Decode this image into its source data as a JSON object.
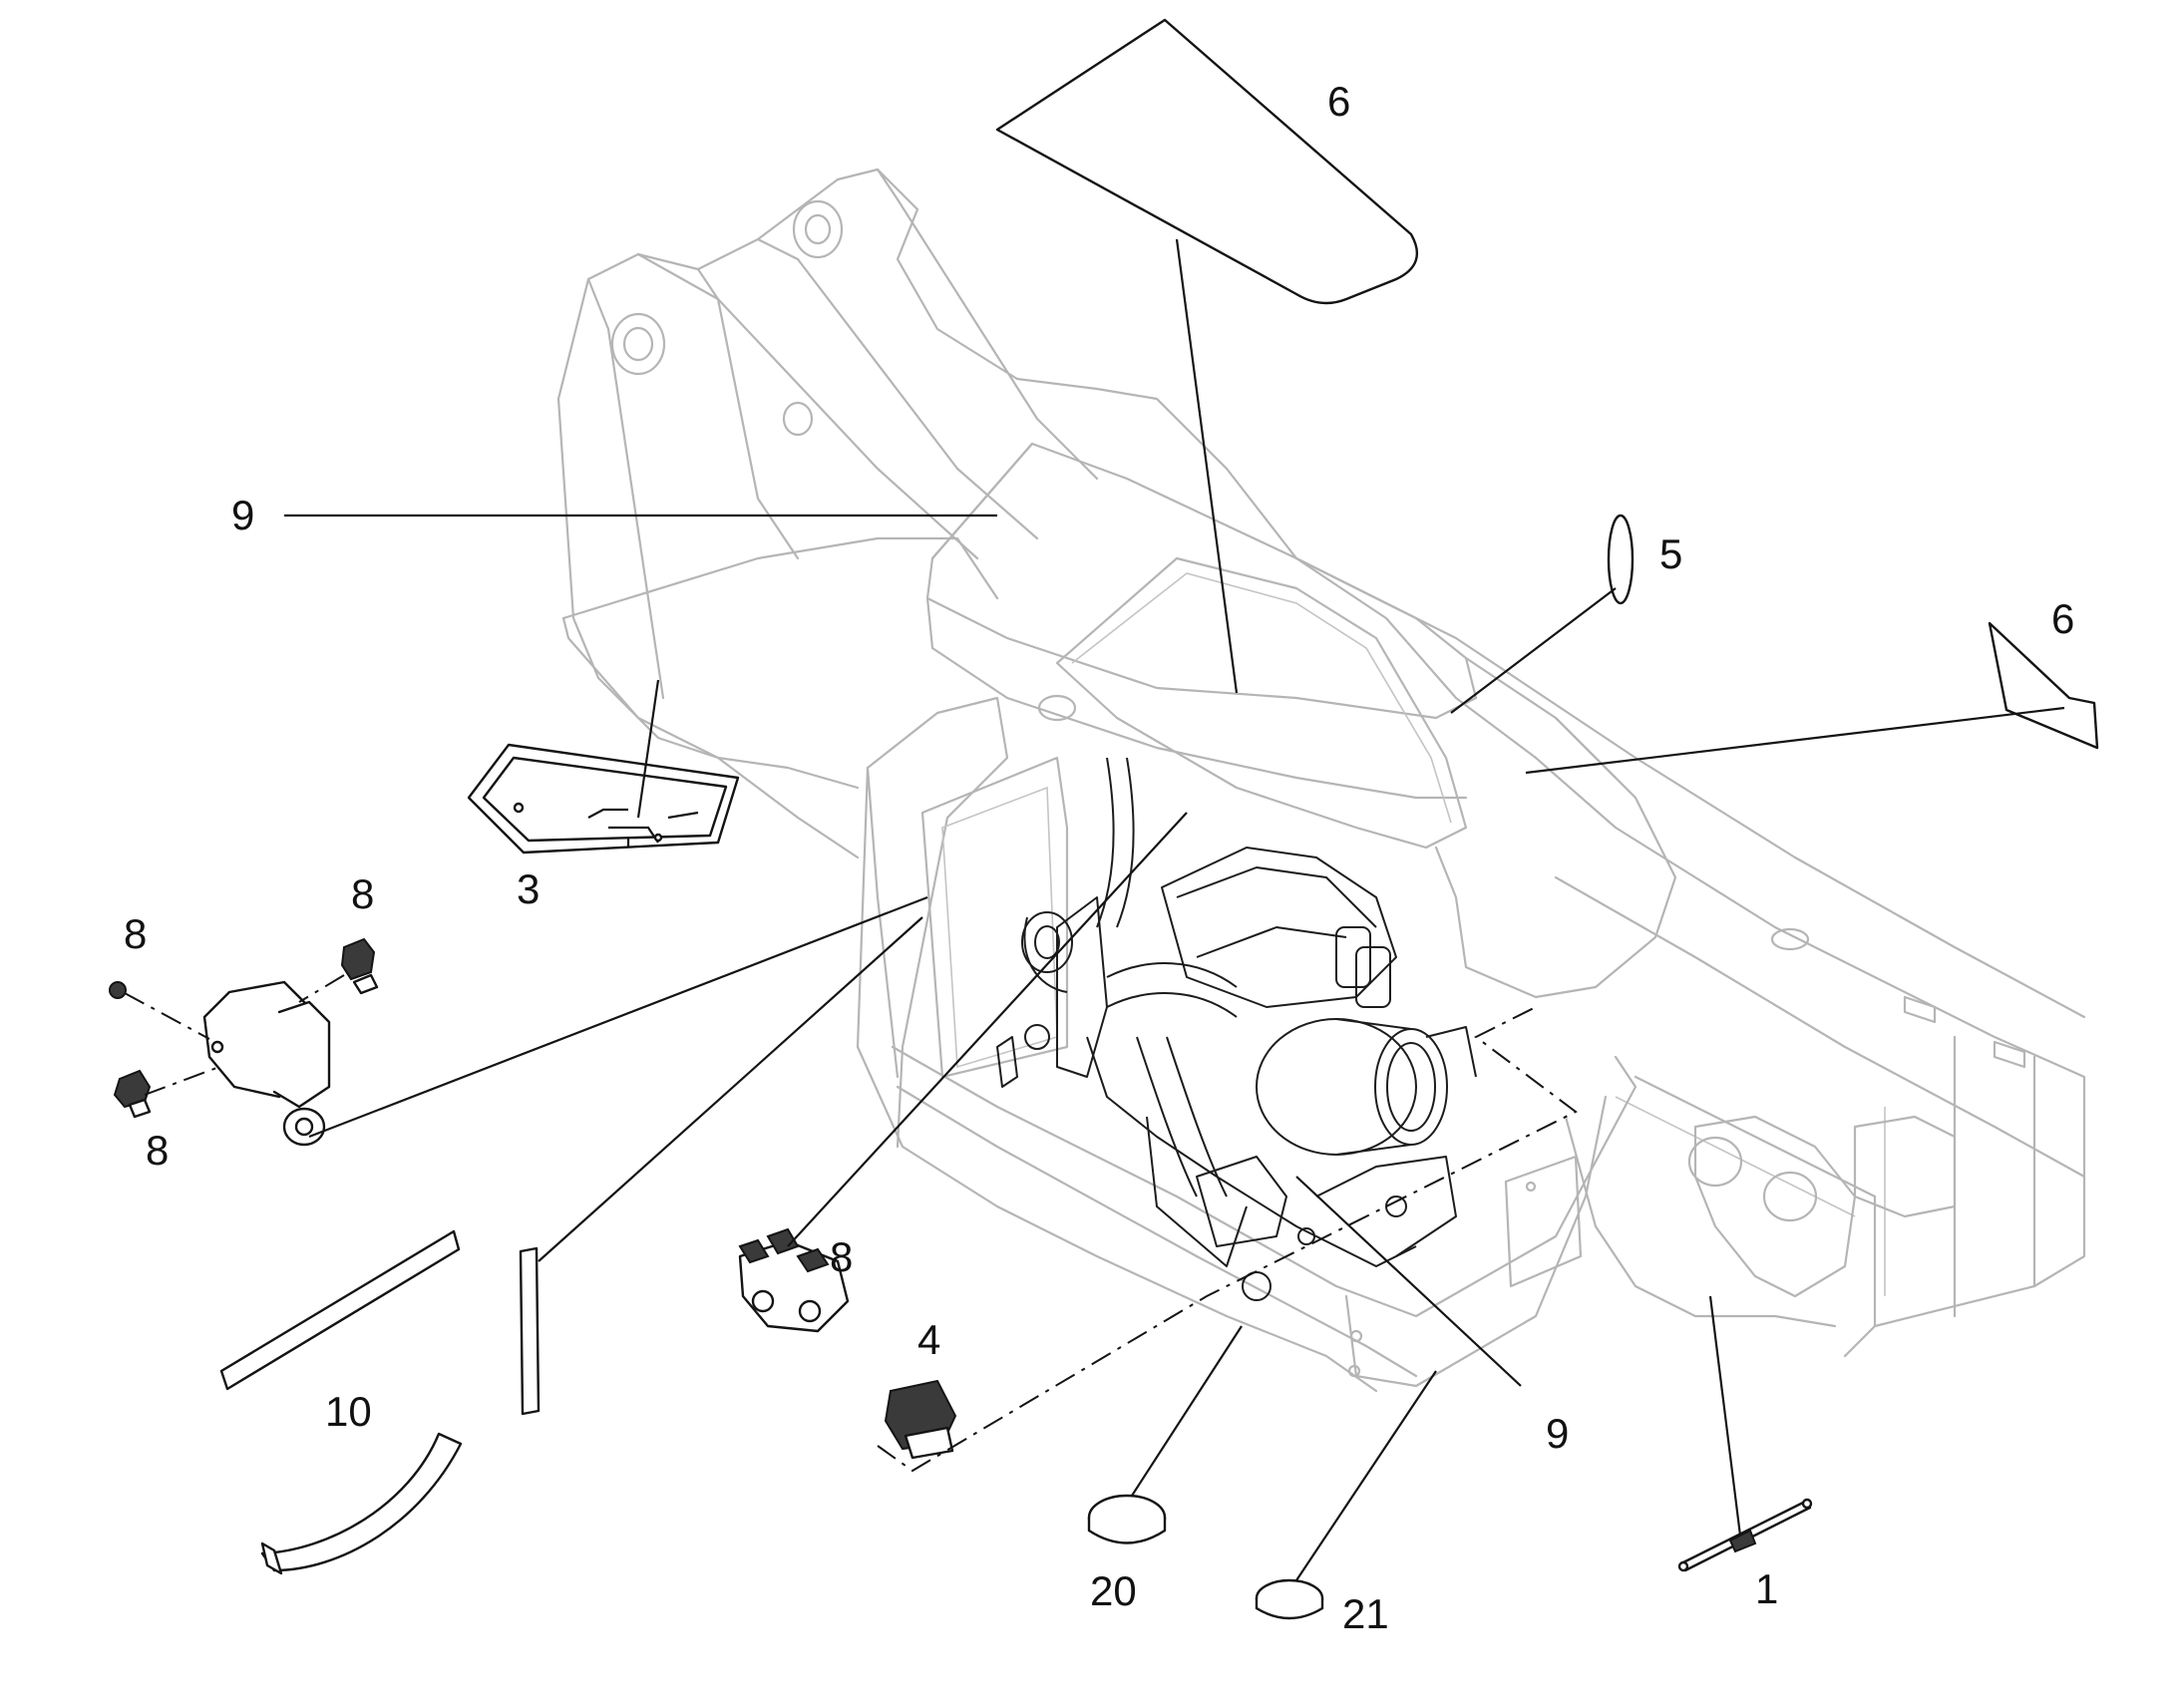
{
  "callouts": {
    "c1": "1",
    "c3": "3",
    "c4": "4",
    "c5": "5",
    "c6_top": "6",
    "c6_right": "6",
    "c8_a": "8",
    "c8_b": "8",
    "c8_c": "8",
    "c8_d": "8",
    "c9_top": "9",
    "c9_bottom": "9",
    "c10": "10",
    "c20": "20",
    "c21": "21"
  },
  "colors": {
    "outline_dark": "#141414",
    "frame_gray": "#b5b5b5",
    "background": "#ffffff"
  }
}
